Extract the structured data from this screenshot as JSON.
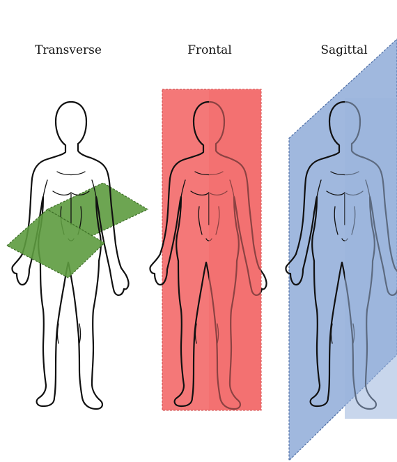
{
  "planes": [
    {
      "id": "transverse",
      "label": "Transverse",
      "color": "#5d9b3f"
    },
    {
      "id": "frontal",
      "label": "Frontal",
      "color": "#f36c6c"
    },
    {
      "id": "sagittal",
      "label": "Sagittal",
      "color": "#9bb4dc"
    }
  ]
}
